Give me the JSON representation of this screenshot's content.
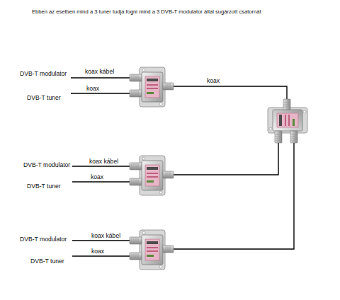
{
  "diagram": {
    "title": "Ebben az esetben mind a 3 tuner tudja fogni mind a 3 DVB-T modulator által sugárzott csatornát",
    "labels": [
      "DVB-T modulator",
      "koax kábel",
      "DVB-T tuner",
      "koax",
      "koax",
      "DVB-T modulator",
      "koax kábel",
      "DVB-T tuner",
      "koax",
      "DVB-T modulator",
      "koax kábel",
      "DVB-T tuner",
      "koax"
    ]
  }
}
